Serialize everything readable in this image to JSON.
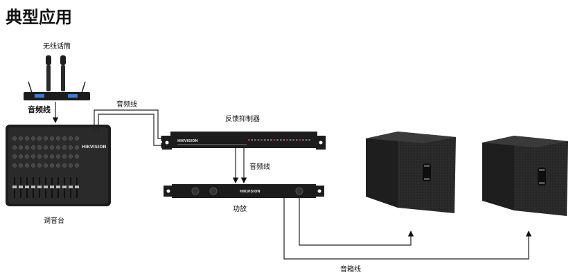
{
  "title": "典型应用",
  "devices": {
    "wireless_mic": {
      "label": "无线话筒"
    },
    "mixer": {
      "label": "调音台",
      "brand": "HIKVISION"
    },
    "feedback_suppressor": {
      "label": "反馈抑制器",
      "brand": "HIKVISION"
    },
    "amplifier": {
      "label": "功放",
      "brand": "HIKVISION"
    },
    "speaker_left": {
      "label": ""
    },
    "speaker_right": {
      "label": ""
    }
  },
  "connections": {
    "mic_to_mixer": "音频线",
    "mixer_to_suppressor": "音频线",
    "suppressor_to_amp": "音频线",
    "amp_to_speakers": "音箱线"
  },
  "colors": {
    "device_dark": "#1c1c1c",
    "speaker": "#2a2a2a",
    "wire": "#222222",
    "mic_display": "#3b7bd9"
  }
}
